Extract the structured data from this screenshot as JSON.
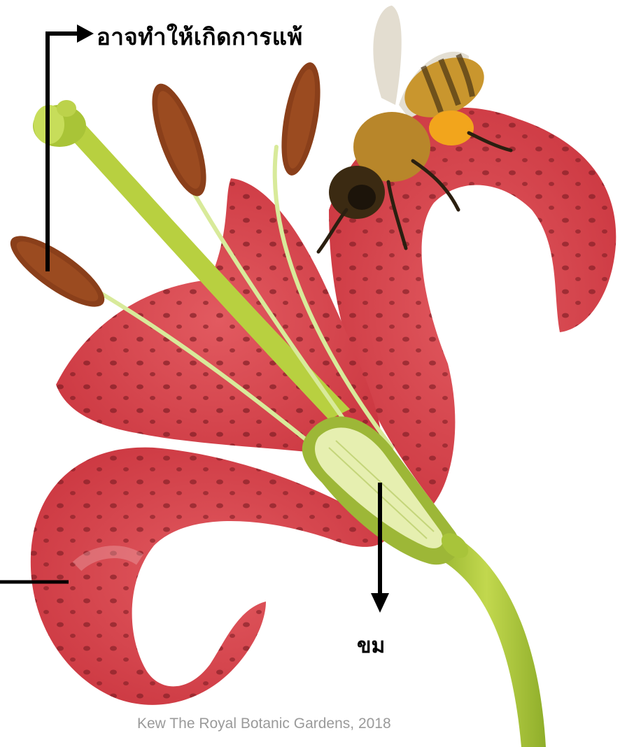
{
  "labels": {
    "top_callout": "อาจทำให้เกิดการแพ้",
    "bottom_callout": "ขม"
  },
  "credit": "Kew The Royal Botanic Gardens, 2018",
  "colors": {
    "petal": "#d63c45",
    "petal_dark": "#b52a34",
    "spot": "#7a1b22",
    "stem": "#a8c43a",
    "filament": "#d5e89a",
    "anther": "#8a3f1a",
    "ovary": "#e8f0b0",
    "bee_body": "#c9962e",
    "pollen": "#f2a51c",
    "arrow": "#000000"
  }
}
